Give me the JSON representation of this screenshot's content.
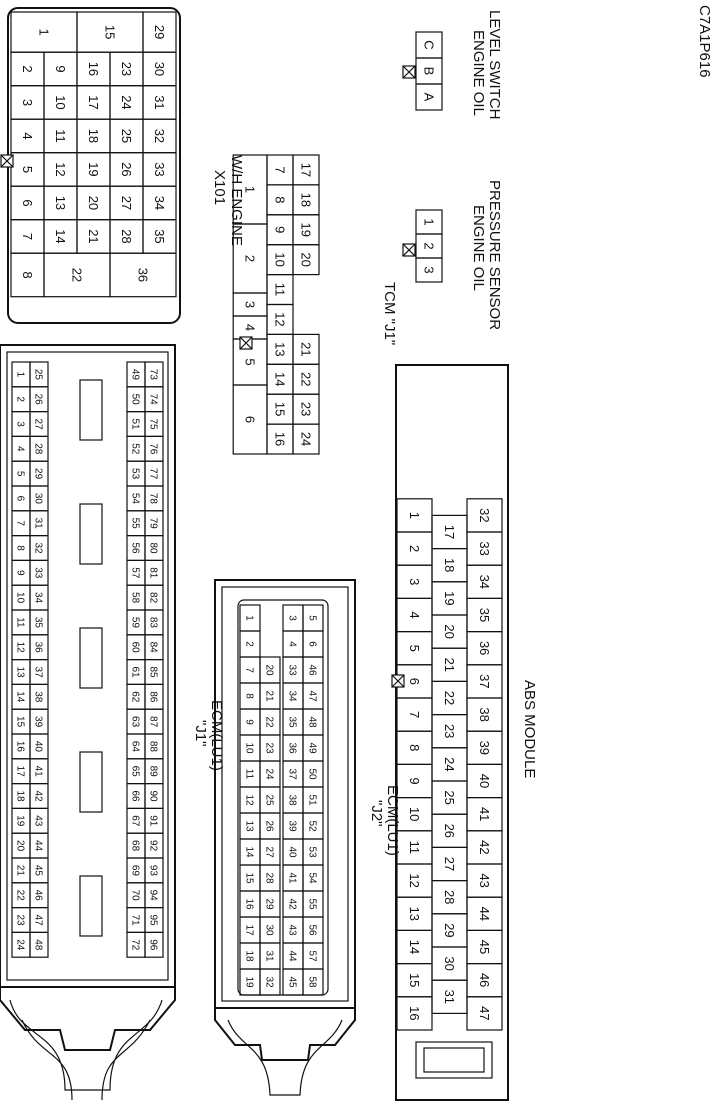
{
  "diagram": {
    "code": "C7A1P616",
    "labels": {
      "x101_line1": "X101",
      "x101_line2": "W/H ENGINE",
      "tcm": "TCM \"J1\"",
      "ecm_j1_line1": "\"J1\"",
      "ecm_j1_line2": "ECM(LU1)",
      "ecm_j2_line1": "\"J2\"",
      "ecm_j2_line2": "ECM(LU1)",
      "abs": "ABS MODULE",
      "eops_line1": "ENGINE OIL",
      "eops_line2": "PRESSURE SENSOR",
      "eols_line1": "ENGINE OIL",
      "eols_line2": "LEVEL SWITCH"
    },
    "connectors": {
      "x101": {
        "c1": [
          "1"
        ],
        "c2": [
          "2",
          "9",
          "16",
          "23",
          "30"
        ],
        "c3": [
          "3",
          "10",
          "17",
          "24",
          "31"
        ],
        "c4": [
          "4",
          "11",
          "18",
          "25",
          "32"
        ],
        "c5": [
          "5",
          "12",
          "19",
          "26",
          "33"
        ],
        "c6": [
          "6",
          "13",
          "20",
          "27",
          "34"
        ],
        "c7": [
          "7",
          "14",
          "21",
          "28",
          "35"
        ],
        "c8": [
          "8"
        ],
        "mid_left": [
          "15",
          "29"
        ],
        "right": [
          "22",
          "36"
        ]
      },
      "tcm": {
        "top": [
          "1",
          "2",
          "3",
          "4",
          "5",
          "6"
        ],
        "mid": [
          "7",
          "8",
          "9",
          "10",
          "11",
          "12",
          "13",
          "14",
          "15",
          "16"
        ],
        "bot1": [
          "17",
          "18",
          "19",
          "20"
        ],
        "bot2": [
          "21",
          "22",
          "23",
          "24"
        ]
      },
      "ecm_j1": {
        "r1": [
          "1",
          "2",
          "3",
          "4",
          "5",
          "6",
          "7",
          "8",
          "9",
          "10",
          "11",
          "12",
          "13",
          "14",
          "15",
          "16",
          "17",
          "18",
          "19",
          "20",
          "21",
          "22",
          "23",
          "24"
        ],
        "r2": [
          "25",
          "26",
          "27",
          "28",
          "29",
          "30",
          "31",
          "32",
          "33",
          "34",
          "35",
          "36",
          "37",
          "38",
          "39",
          "40",
          "41",
          "42",
          "43",
          "44",
          "45",
          "46",
          "47",
          "48"
        ],
        "r3": [
          "49",
          "50",
          "51",
          "52",
          "53",
          "54",
          "55",
          "56",
          "57",
          "58",
          "59",
          "60",
          "61",
          "62",
          "63",
          "64",
          "65",
          "66",
          "67",
          "68",
          "69",
          "70",
          "71",
          "72"
        ],
        "r4": [
          "73",
          "74",
          "75",
          "76",
          "77",
          "78",
          "79",
          "80",
          "81",
          "82",
          "83",
          "84",
          "85",
          "86",
          "87",
          "88",
          "89",
          "90",
          "91",
          "92",
          "93",
          "94",
          "95",
          "96"
        ]
      },
      "ecm_j2": {
        "r1": [
          "1",
          "2",
          "7",
          "8",
          "9",
          "10",
          "11",
          "12",
          "13",
          "14",
          "15",
          "16",
          "17",
          "18",
          "19"
        ],
        "r2": [
          "20",
          "21",
          "22",
          "23",
          "24",
          "25",
          "26",
          "27",
          "28",
          "29",
          "30",
          "31",
          "32"
        ],
        "r3": [
          "3",
          "4",
          "33",
          "34",
          "35",
          "36",
          "37",
          "38",
          "39",
          "40",
          "41",
          "42",
          "43",
          "44",
          "45"
        ],
        "r4": [
          "5",
          "6",
          "46",
          "47",
          "48",
          "49",
          "50",
          "51",
          "52",
          "53",
          "54",
          "55",
          "56",
          "57",
          "58"
        ]
      },
      "abs": {
        "r1": [
          "16",
          "15",
          "14",
          "13",
          "12",
          "11",
          "10",
          "9",
          "8",
          "7",
          "6",
          "5",
          "4",
          "3",
          "2",
          "1"
        ],
        "r2": [
          "31",
          "30",
          "29",
          "28",
          "27",
          "26",
          "25",
          "24",
          "23",
          "22",
          "21",
          "20",
          "19",
          "18",
          "17"
        ],
        "r3": [
          "47",
          "46",
          "45",
          "44",
          "43",
          "42",
          "41",
          "40",
          "39",
          "38",
          "37",
          "36",
          "35",
          "34",
          "33",
          "32"
        ]
      },
      "eops": [
        "1",
        "2",
        "3"
      ],
      "eols": [
        "C",
        "B",
        "A"
      ]
    }
  }
}
